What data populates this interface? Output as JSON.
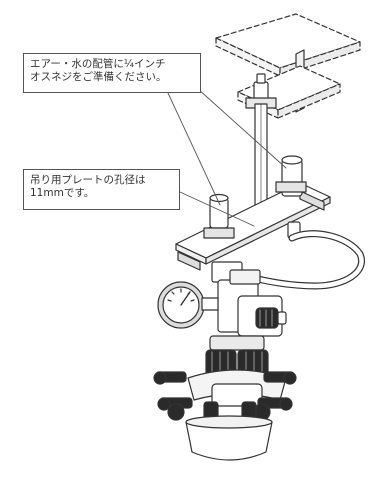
{
  "callouts": [
    {
      "id": "piping-note",
      "text": "エアー・水の配管に¼インチ\nオスネジをご準備ください。"
    },
    {
      "id": "plate-hole-note",
      "text": "吊り用プレートの孔径は\n11mmです。"
    }
  ],
  "colors": {
    "line": "#333333",
    "leader": "#555555",
    "callout_border": "#555555",
    "background": "#ffffff",
    "fill": "#ffffff"
  },
  "illustration": {
    "parts": [
      "mounting-bracket",
      "hanging-rod",
      "hanging-plate",
      "hose",
      "pressure-gauge",
      "regulator",
      "valve-knob",
      "manifold",
      "nozzle",
      "bowl"
    ]
  }
}
